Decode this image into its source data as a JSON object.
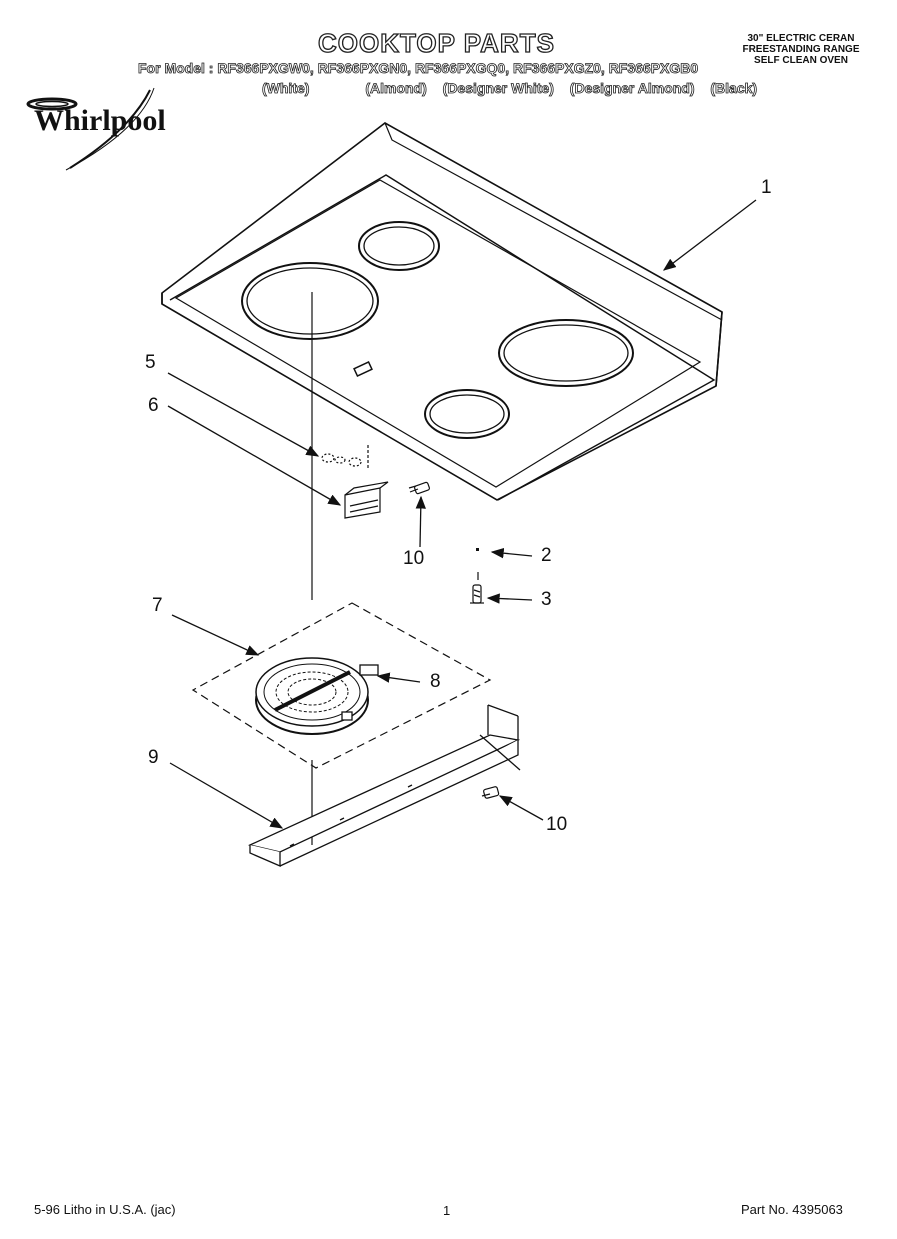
{
  "header": {
    "title": "COOKTOP PARTS",
    "models": "For Model : RF366PXGW0, RF366PXGN0, RF366PXGQ0, RF366PXGZ0, RF366PXGB0",
    "variants": [
      "(White)",
      "(Almond)",
      "(Designer White)",
      "(Designer Almond)",
      "(Black)"
    ],
    "product_lines": [
      "30\" ELECTRIC CERAN",
      "FREESTANDING RANGE",
      "SELF CLEAN OVEN"
    ],
    "brand": "Whirlpool"
  },
  "callouts": [
    "1",
    "2",
    "3",
    "5",
    "6",
    "7",
    "8",
    "9",
    "10",
    "10"
  ],
  "footer": {
    "print_note": "5-96 Litho in U.S.A. (jac)",
    "page_number": "1",
    "part_number": "Part No. 4395063"
  }
}
